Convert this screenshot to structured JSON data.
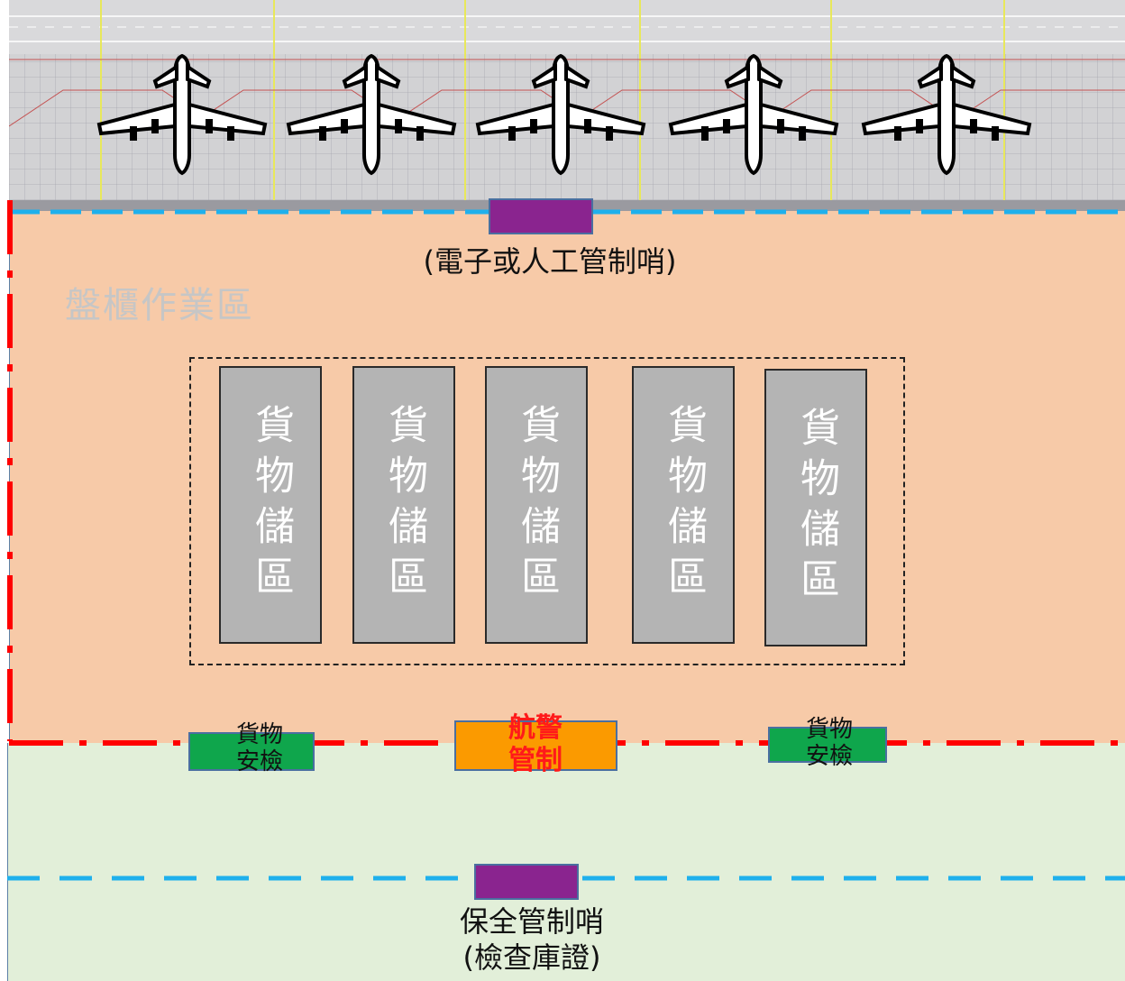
{
  "diagram": {
    "apron": {
      "aircraft_count": 5,
      "icon": "airplane-icon"
    },
    "zones": {
      "operations_zone": {
        "label": "盤櫃作業區",
        "color": "#f7caa8"
      },
      "landside_zone": {
        "color": "#e2efd9"
      }
    },
    "apron_checkpoint": {
      "label": "(電子或人工管制哨)",
      "color": "#8a248f"
    },
    "storage_areas": [
      {
        "label": "貨物儲區"
      },
      {
        "label": "貨物儲區"
      },
      {
        "label": "貨物儲區"
      },
      {
        "label": "貨物儲區"
      },
      {
        "label": "貨物儲區"
      }
    ],
    "boundary_checkpoints": {
      "cargo_screening_left": {
        "line1": "貨物",
        "line2": "安檢",
        "color": "#0fa64c"
      },
      "aviation_police": {
        "line1": "航警",
        "line2": "管制",
        "color": "#fb9a00",
        "text_color": "#ff1a1a"
      },
      "cargo_screening_right": {
        "line1": "貨物",
        "line2": "安檢",
        "color": "#0fa64c"
      }
    },
    "security_checkpoint": {
      "line1": "保全管制哨",
      "line2": "(檢查庫證)",
      "color": "#8a248f"
    },
    "line_colors": {
      "restricted_boundary": "#ff0000",
      "access_control": "#1fb0ec"
    }
  }
}
